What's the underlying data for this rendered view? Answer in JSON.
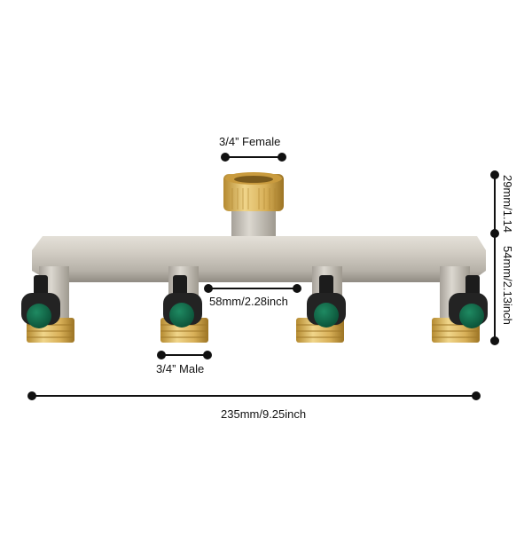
{
  "product": {
    "name": "4-way brass garden hose manifold splitter",
    "colors": {
      "body_silver": "#c9c4bb",
      "body_shadow": "#9b968d",
      "brass": "#d9b45a",
      "brass_dark": "#a8802c",
      "valve_black": "#1c1c1c",
      "valve_green": "#0f6b4a",
      "dimension_line": "#111111"
    },
    "valves_count": 4
  },
  "dimensions": {
    "inlet": {
      "label": "3/4”  Female"
    },
    "outlet": {
      "label": "3/4”  Male"
    },
    "outlet_spacing": {
      "label": "58mm/2.28inch"
    },
    "total_width": {
      "label": "235mm/9.25inch"
    },
    "inlet_height": {
      "label": "29mm/1.14"
    },
    "body_height": {
      "label": "54mm/2.13inch"
    }
  }
}
